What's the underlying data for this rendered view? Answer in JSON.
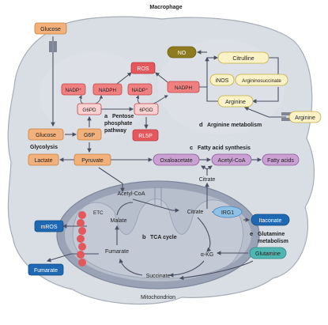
{
  "title": "Macrophage",
  "mitochondrion_label": "Mitochondrion",
  "colors": {
    "cell": "#d9dde4",
    "cell_stroke": "#a7adb8",
    "mito": "#b4bccb",
    "mito_outer": "#8d97a9",
    "orange": "#f2b07a",
    "orange_stroke": "#c9833f",
    "red": "#e4575c",
    "red_soft": "#f07f80",
    "purple": "#c9a1d2",
    "purple_stroke": "#8f5a9c",
    "cream": "#fbf3c7",
    "cream_stroke": "#c4ae3c",
    "olive": "#8e7a1f",
    "blue": "#1f69b2",
    "teal": "#4fb6b2",
    "light_blue": "#8ec1e6",
    "grey": "#e6e7ea"
  },
  "nodes": {
    "glucose_out": "Glucose",
    "glucose_in": "Glucose",
    "g6p": "G6P",
    "lactate": "Lactate",
    "pyruvate": "Pyruvate",
    "nadp1": "NADP⁺",
    "nadph1": "NADPH",
    "ros": "ROS",
    "nadp2": "NADP⁺",
    "nadph2": "NADPH",
    "g6pd": "G6PD",
    "sixpgd": "6PGD",
    "rl5p": "RL5P",
    "no": "NO",
    "citrulline": "Citrulline",
    "inos": "iNOS",
    "argininosuccinate": "Argininosuccinate",
    "arginine_in": "Arginine",
    "arginine_out": "Arginine",
    "oxaloacetate": "Oxaloacetate",
    "acetyl_coa_cyto": "Acetyl-CoA",
    "fatty_acids": "Fatty acids",
    "citrate_cyto": "Citrate",
    "acetyl_coa_mito": "Acetyl-CoA",
    "malate": "Malate",
    "citrate_mito": "Citrate",
    "irg1": "IRG1",
    "itaconate": "Itaconate",
    "etc": "ETC",
    "mros": "mROS",
    "fumarate_mito": "Fumarate",
    "fumarate_out": "Fumarate",
    "akg": "α-KG",
    "succinate": "Succinate",
    "glutamine": "Glutamine"
  },
  "labels": {
    "glycolysis": "Glycolysis",
    "ppp_letter": "a",
    "ppp_line1": "Pentose",
    "ppp_line2": "phosphate",
    "ppp_line3": "pathway",
    "tca_letter": "b",
    "tca": "TCA cycle",
    "fas_letter": "c",
    "fas": "Fatty acid synthesis",
    "arg_letter": "d",
    "arg": "Arginine metabolism",
    "gln_letter": "e",
    "gln_line1": "Glutamine",
    "gln_line2": "metabolism"
  }
}
